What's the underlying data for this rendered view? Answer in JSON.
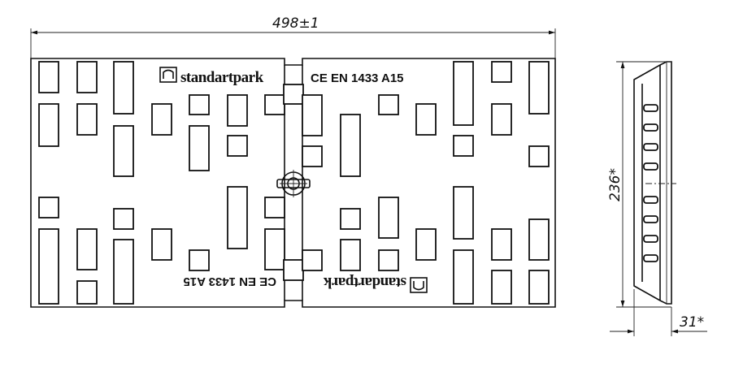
{
  "drawing": {
    "width_dim": "498±1",
    "height_dim": "236*",
    "depth_dim": "31*",
    "brand": "standartpark",
    "marking": "CE EN 1433 A15"
  }
}
